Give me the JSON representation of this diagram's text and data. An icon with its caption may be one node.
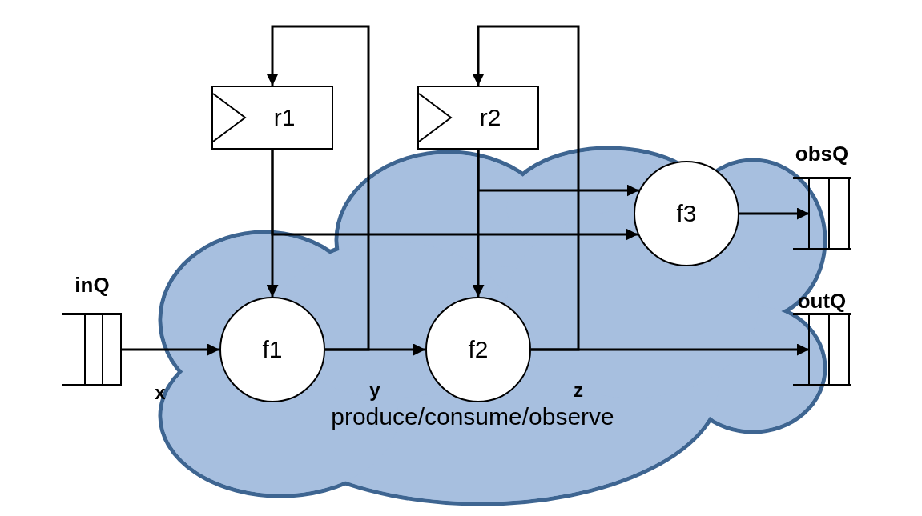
{
  "diagram": {
    "nodes": [
      {
        "text": [
          "produce/consume/observe"
        ]
      },
      {
        "text": [
          "r1"
        ]
      },
      {
        "text": [
          "r2"
        ]
      },
      {
        "text": [
          "obsQ"
        ]
      },
      {
        "text": [
          "inQ"
        ]
      },
      {
        "text": [
          "f1"
        ],
        "in": 0
      },
      {
        "text": [
          "f2"
        ],
        "in": 0
      },
      {
        "text": [
          "f3"
        ],
        "in": 0
      },
      {
        "text": [
          "outQ"
        ]
      }
    ],
    "edges": [
      {
        "from": 4,
        "to": 5,
        "arrow": "to",
        "label": "x"
      },
      {
        "from": 5,
        "to": 6,
        "arrow": "to",
        "label": "y"
      },
      {
        "from": 5,
        "to": 1,
        "arrow": "to"
      },
      {
        "from": 1,
        "to": 5,
        "arrow": "to"
      },
      {
        "from": 1,
        "to": 7,
        "arrow": "to"
      },
      {
        "from": 6,
        "to": 8,
        "arrow": "to",
        "label": "z"
      },
      {
        "from": 6,
        "to": 2,
        "arrow": "to"
      },
      {
        "from": 2,
        "to": 6,
        "arrow": "to"
      },
      {
        "from": 2,
        "to": 7,
        "arrow": "to"
      },
      {
        "from": 7,
        "to": 3,
        "arrow": "to"
      }
    ]
  }
}
